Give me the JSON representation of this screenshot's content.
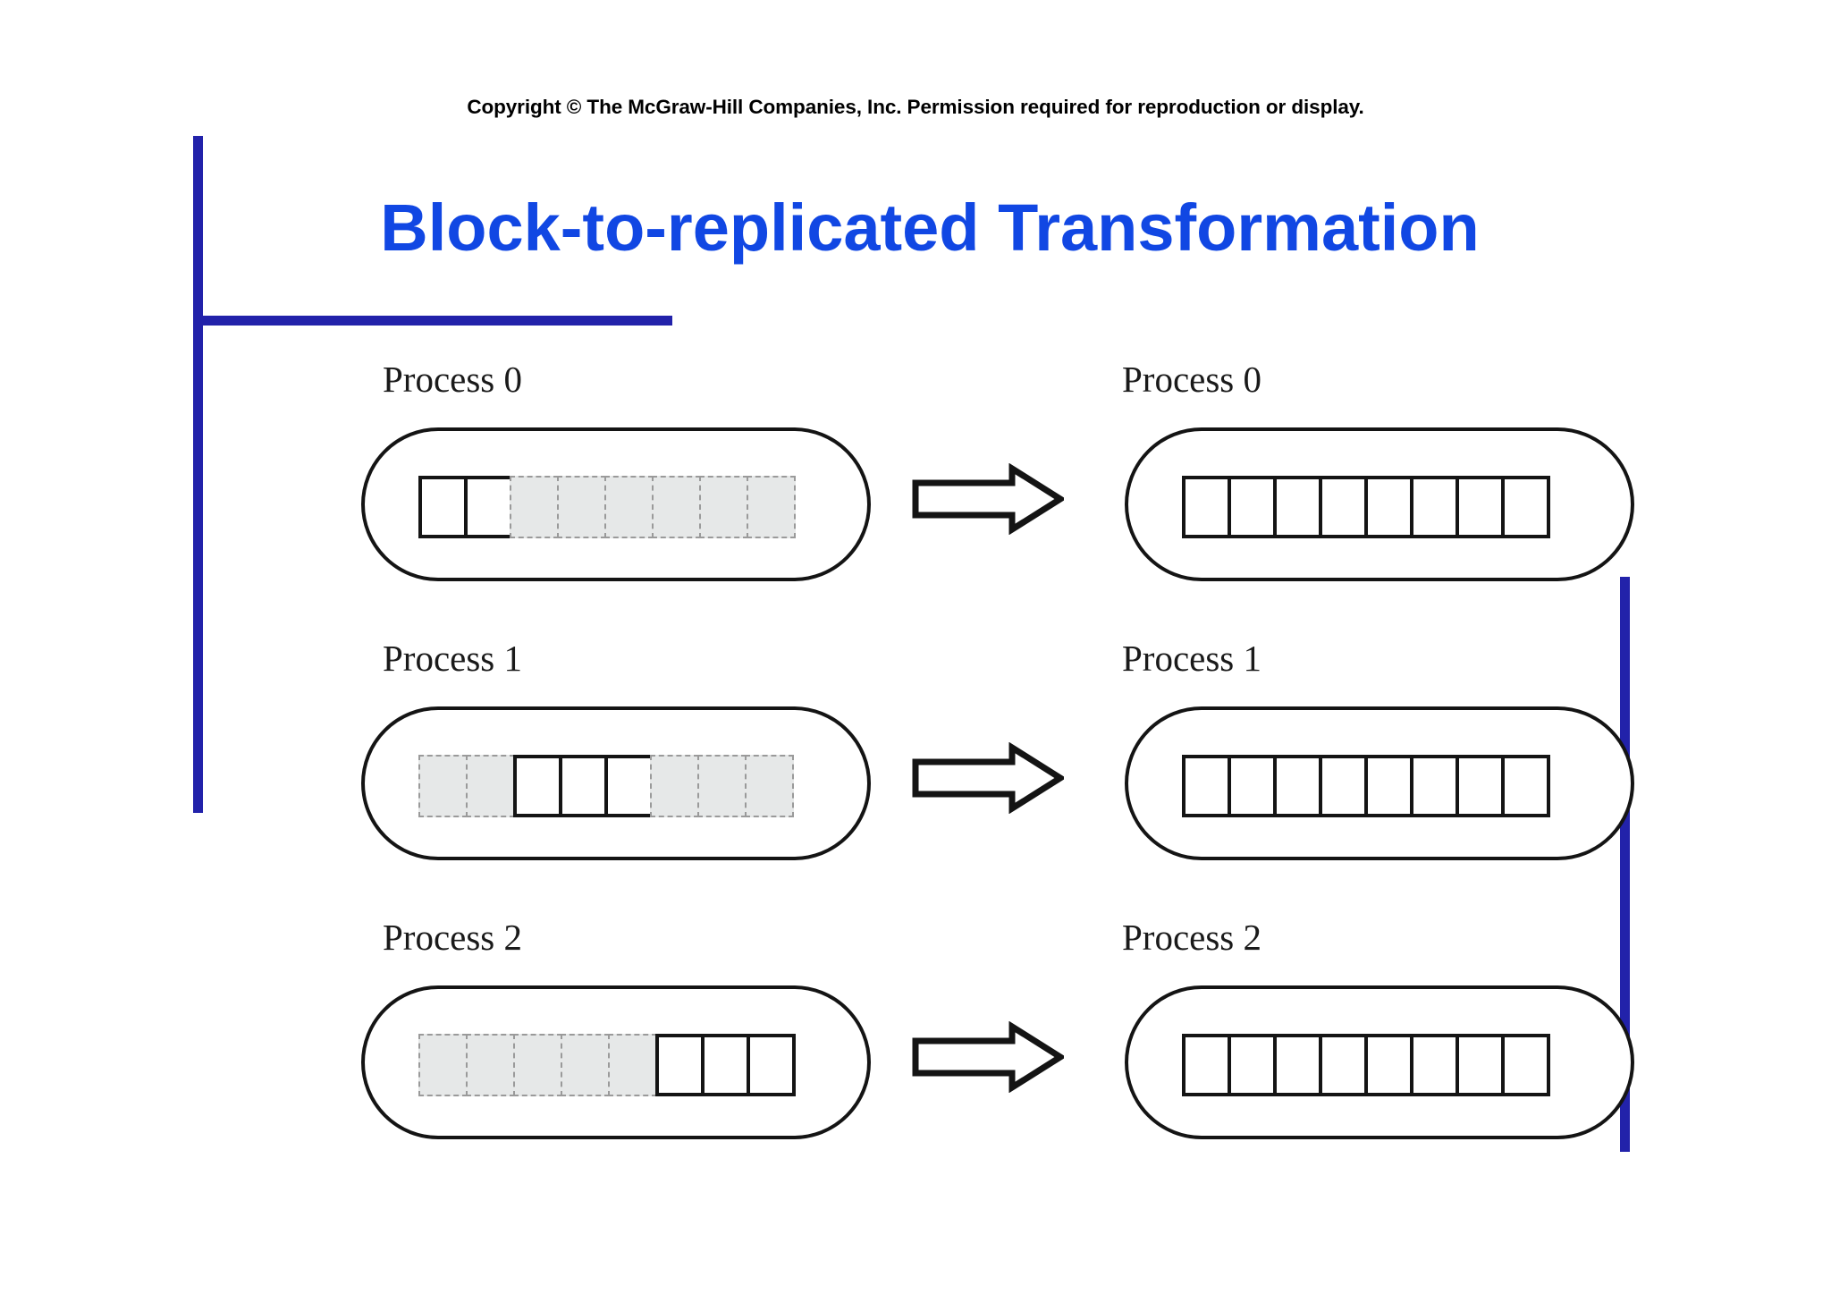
{
  "slide": {
    "copyright": "Copyright © The McGraw-Hill Companies, Inc. Permission required for reproduction or display.",
    "title": "Block-to-replicated Transformation",
    "colors": {
      "title_blue": "#1147e3",
      "rule_navy": "#2222aa",
      "outline_black": "#141414",
      "ghost_cell_fill": "#e6e8e8",
      "ghost_cell_border": "#9a9a9a",
      "background": "#ffffff"
    }
  },
  "diagram": {
    "total_cells": 8,
    "arrow_label": "transforms-to-arrow",
    "rows": [
      {
        "left_label": "Process 0",
        "right_label": "Process 0",
        "left_cells": [
          "solid",
          "solid",
          "ghost",
          "ghost",
          "ghost",
          "ghost",
          "ghost",
          "ghost"
        ],
        "right_cells": [
          "solid",
          "solid",
          "solid",
          "solid",
          "solid",
          "solid",
          "solid",
          "solid"
        ]
      },
      {
        "left_label": "Process 1",
        "right_label": "Process 1",
        "left_cells": [
          "ghost",
          "ghost",
          "solid",
          "solid",
          "solid",
          "ghost",
          "ghost",
          "ghost"
        ],
        "right_cells": [
          "solid",
          "solid",
          "solid",
          "solid",
          "solid",
          "solid",
          "solid",
          "solid"
        ]
      },
      {
        "left_label": "Process 2",
        "right_label": "Process 2",
        "left_cells": [
          "ghost",
          "ghost",
          "ghost",
          "ghost",
          "ghost",
          "solid",
          "solid",
          "solid"
        ],
        "right_cells": [
          "solid",
          "solid",
          "solid",
          "solid",
          "solid",
          "solid",
          "solid",
          "solid"
        ]
      }
    ]
  }
}
